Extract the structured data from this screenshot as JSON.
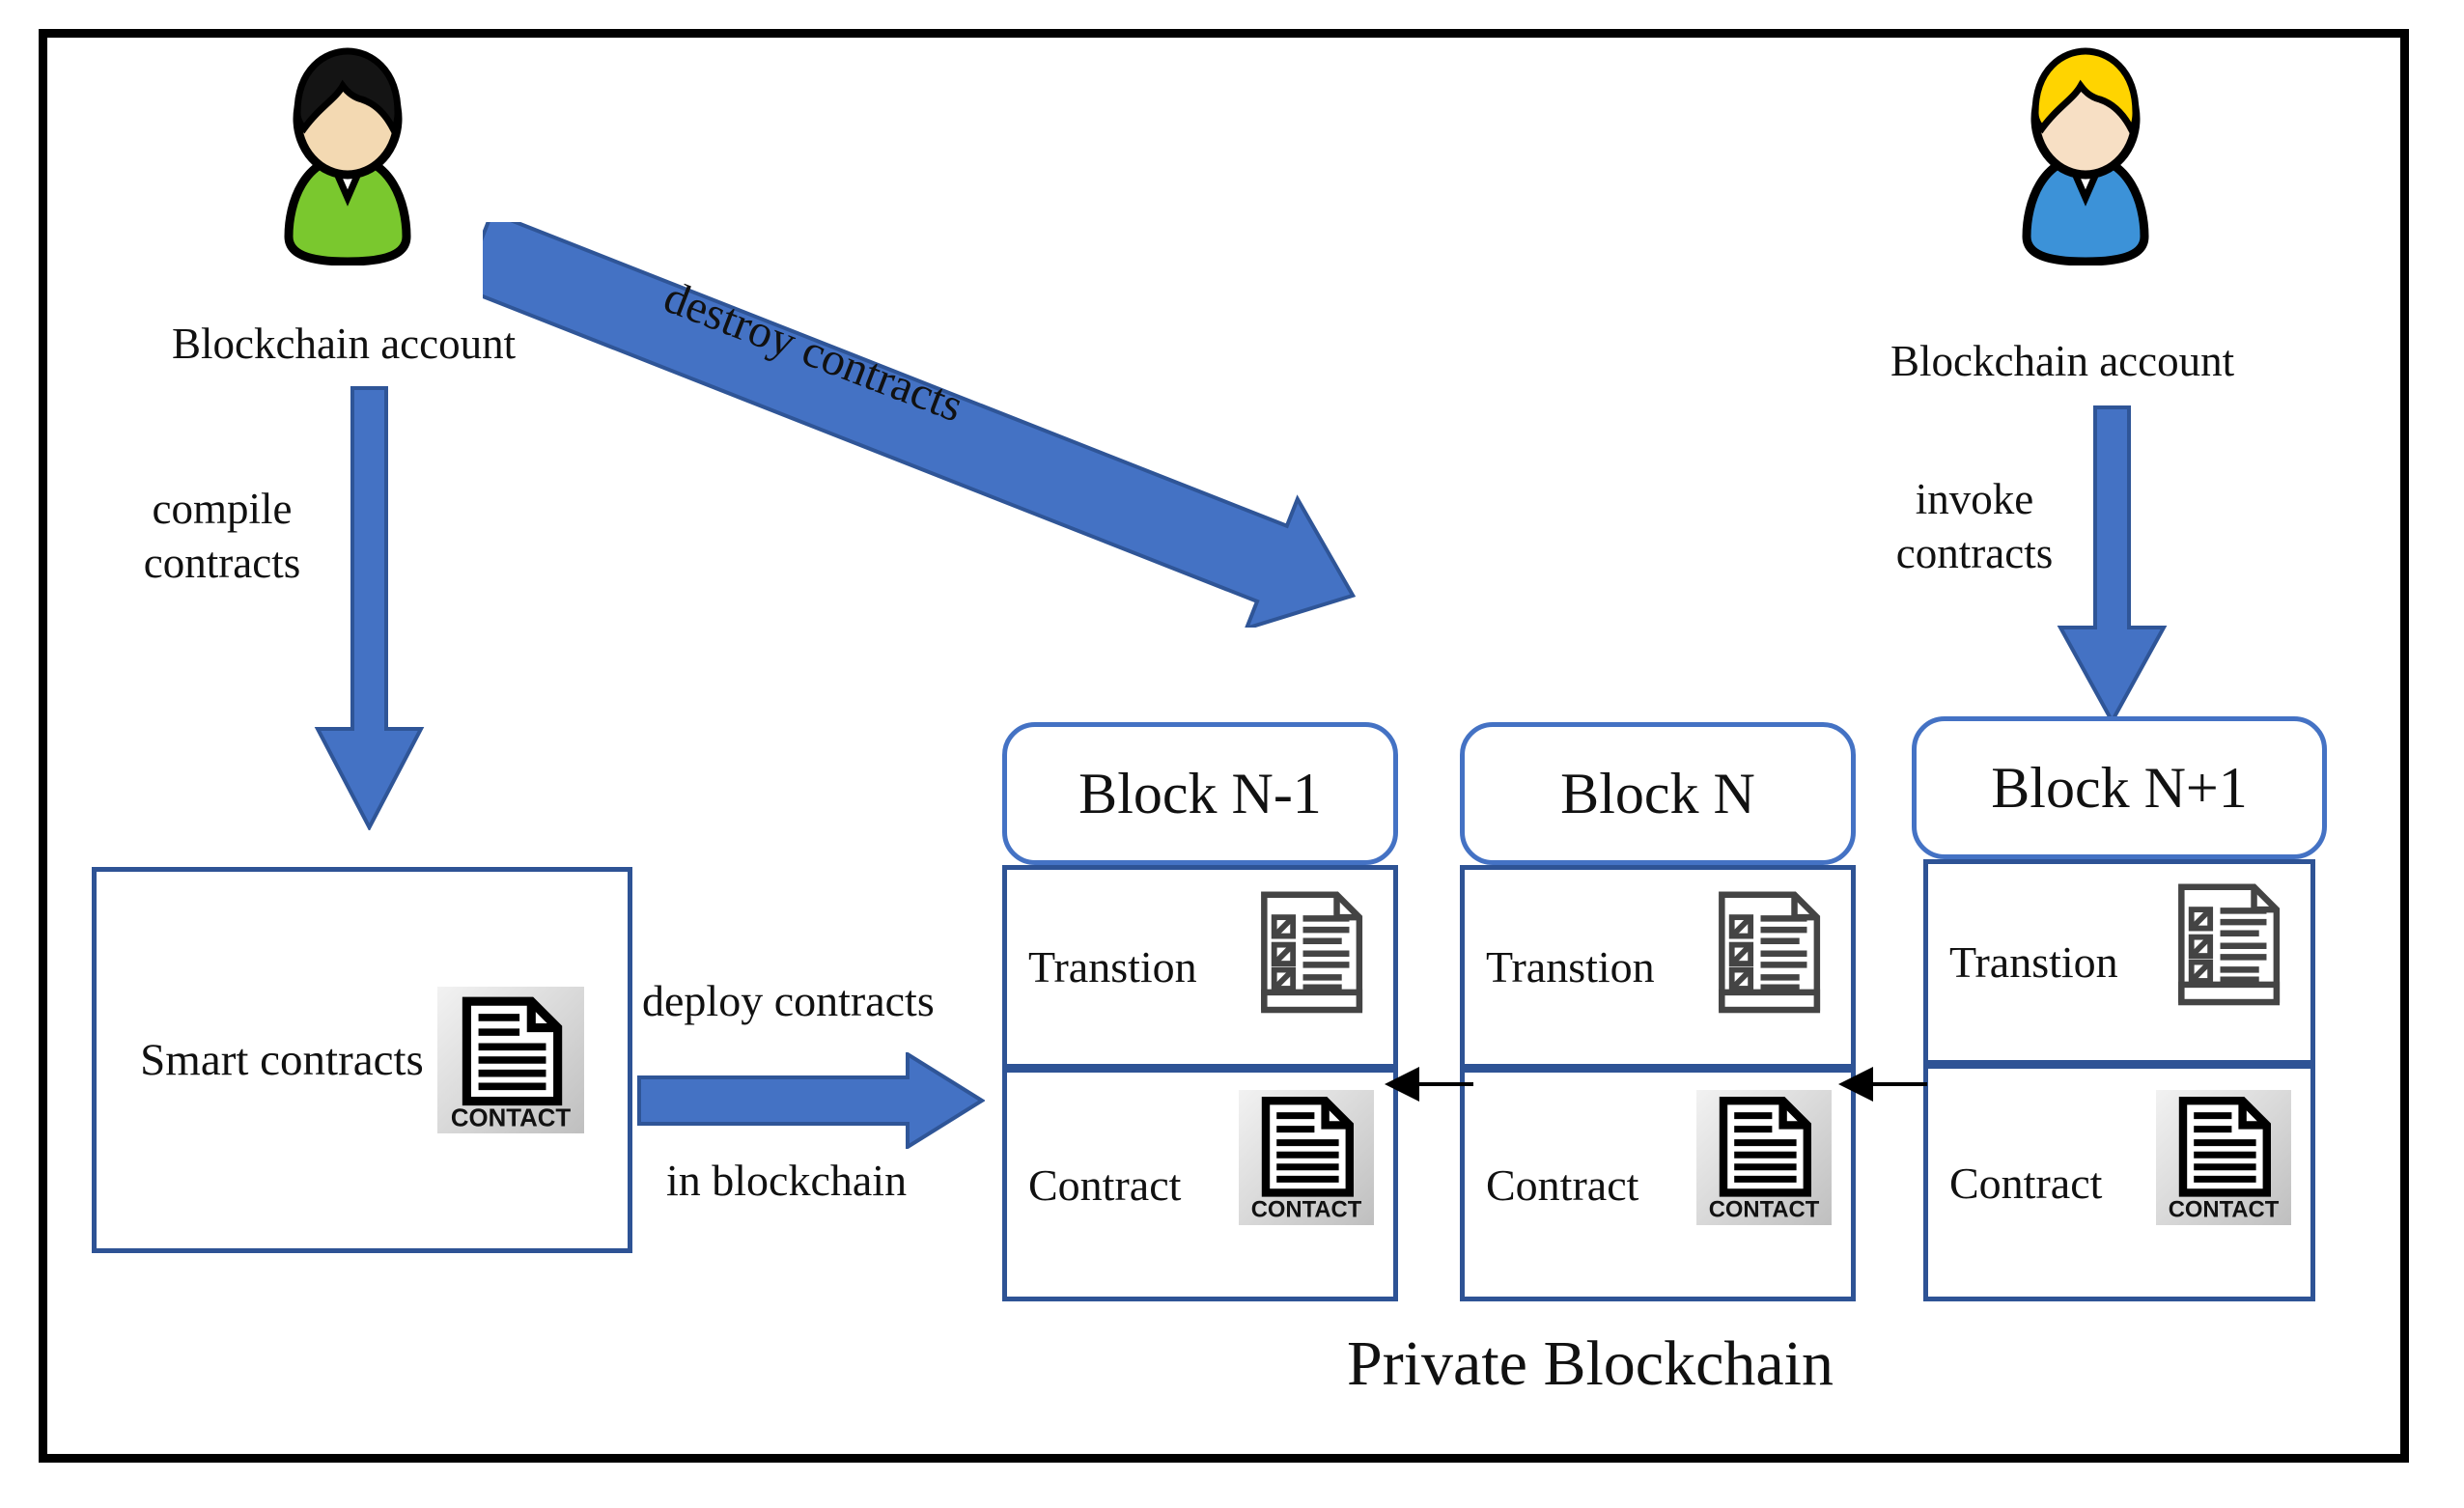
{
  "diagram": {
    "title": "Private Blockchain",
    "frame_color": "#000000",
    "accent_blue": "#4472C4",
    "dark_blue": "#2E5395"
  },
  "actors": [
    {
      "id": "left-account",
      "label": "Blockchain account",
      "hair_color": "#141414",
      "skin_color": "#F3D9B2",
      "shirt_color": "#7AC82E",
      "icon": "user-avatar-icon"
    },
    {
      "id": "right-account",
      "label": "Blockchain account",
      "hair_color": "#FFD400",
      "skin_color": "#F7DFC4",
      "shirt_color": "#3C92D8",
      "icon": "user-avatar-icon"
    }
  ],
  "flows": {
    "compile": {
      "line1": "compile",
      "line2": "contracts",
      "icon": "down-arrow-icon"
    },
    "destroy": {
      "label": "destroy contracts",
      "icon": "diagonal-arrow-icon"
    },
    "invoke": {
      "line1": "invoke",
      "line2": "contracts",
      "icon": "down-arrow-icon"
    },
    "deploy": {
      "line1": "deploy contracts",
      "line2": "in blockchain",
      "icon": "right-arrow-icon"
    }
  },
  "smart_contracts": {
    "label": "Smart contracts",
    "icon": "contract-document-icon",
    "icon_caption": "CONTACT"
  },
  "blocks": [
    {
      "title": "Block N-1",
      "transition_label": "Transtion",
      "transition_icon": "checklist-document-icon",
      "contract_label": "Contract",
      "contract_icon": "contract-document-icon",
      "contract_icon_caption": "CONTACT"
    },
    {
      "title": "Block N",
      "transition_label": "Transtion",
      "transition_icon": "checklist-document-icon",
      "contract_label": "Contract",
      "contract_icon": "contract-document-icon",
      "contract_icon_caption": "CONTACT"
    },
    {
      "title": "Block N+1",
      "transition_label": "Transtion",
      "transition_icon": "checklist-document-icon",
      "contract_label": "Contract",
      "contract_icon": "contract-document-icon",
      "contract_icon_caption": "CONTACT"
    }
  ],
  "chain_links": [
    {
      "from": "Block N",
      "to": "Block N-1",
      "icon": "left-arrow-icon"
    },
    {
      "from": "Block N+1",
      "to": "Block N",
      "icon": "left-arrow-icon"
    }
  ]
}
